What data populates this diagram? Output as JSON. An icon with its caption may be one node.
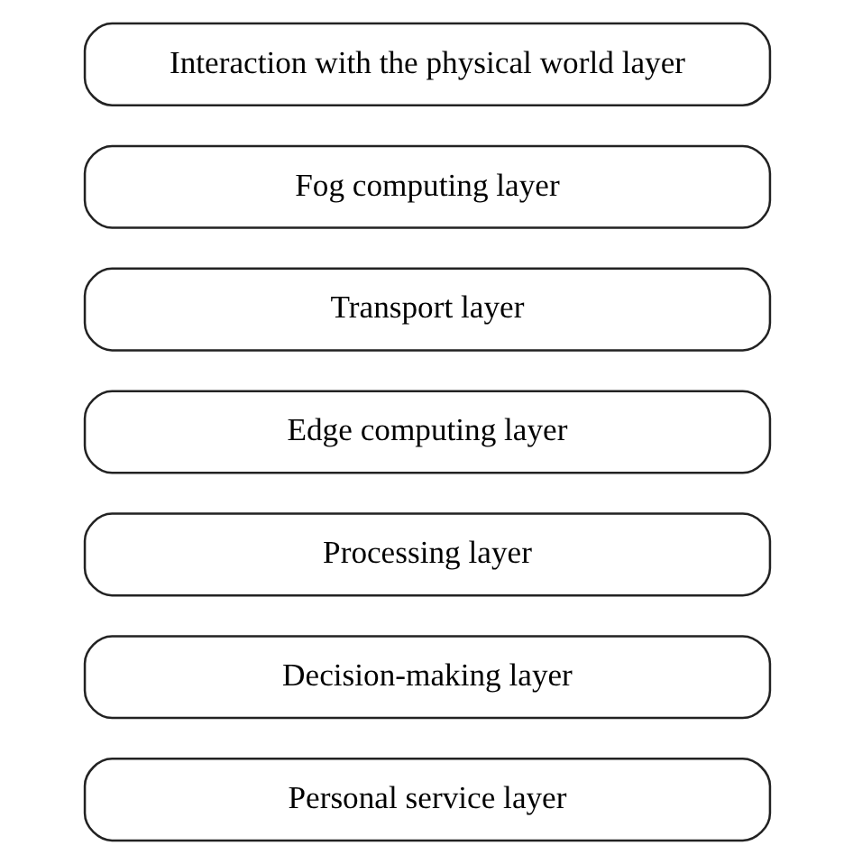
{
  "diagram": {
    "nodes": [
      {
        "text": [
          "Personal service layer"
        ]
      },
      {
        "text": [
          "Decision-making layer"
        ]
      },
      {
        "text": [
          "Processing layer"
        ]
      },
      {
        "text": [
          "Edge computing layer"
        ]
      },
      {
        "text": [
          "Transport layer"
        ]
      },
      {
        "text": [
          "Fog computing layer"
        ]
      },
      {
        "text": [
          "Interaction with the physical world layer"
        ]
      }
    ]
  }
}
